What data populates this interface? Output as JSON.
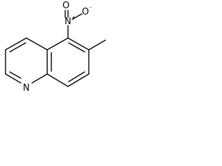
{
  "molecule": {
    "atoms": {
      "nitro_n": "N",
      "nitro_o_top": "O",
      "nitro_o_right": "O",
      "ring_n": "N"
    },
    "charges": {
      "nitro_n": "+",
      "nitro_o_right": "-"
    }
  }
}
